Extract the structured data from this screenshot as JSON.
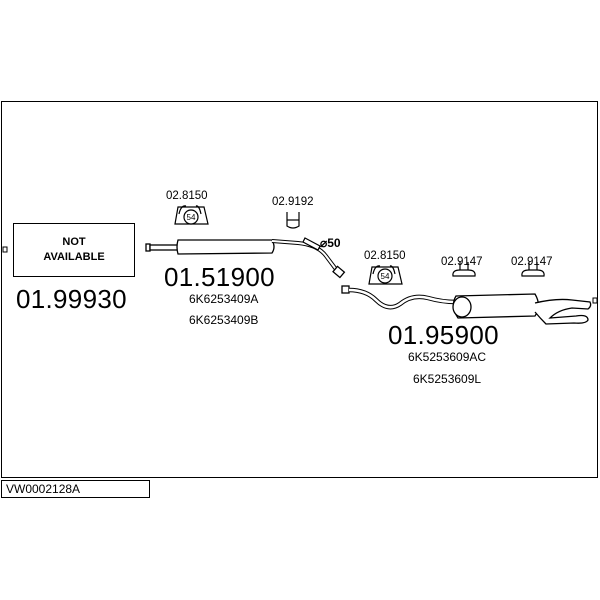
{
  "placeholder_part": {
    "label": "NOT\nAVAILABLE",
    "number": "01.99930"
  },
  "front_silencer": {
    "number": "01.51900",
    "oem_numbers": [
      "6K6253409A",
      "6K6253409B"
    ],
    "clamp_code": "02.8150",
    "clamp_size": "54"
  },
  "connector": {
    "code": "02.9192",
    "diameter": "⌀50"
  },
  "rear_silencer": {
    "number": "01.95900",
    "oem_numbers": [
      "6K5253609AC",
      "6K5253609L"
    ],
    "clamp_code": "02.8150",
    "clamp_size": "54",
    "hanger_codes": [
      "02.9147",
      "02.9147"
    ]
  },
  "reference": "VW0002128A"
}
